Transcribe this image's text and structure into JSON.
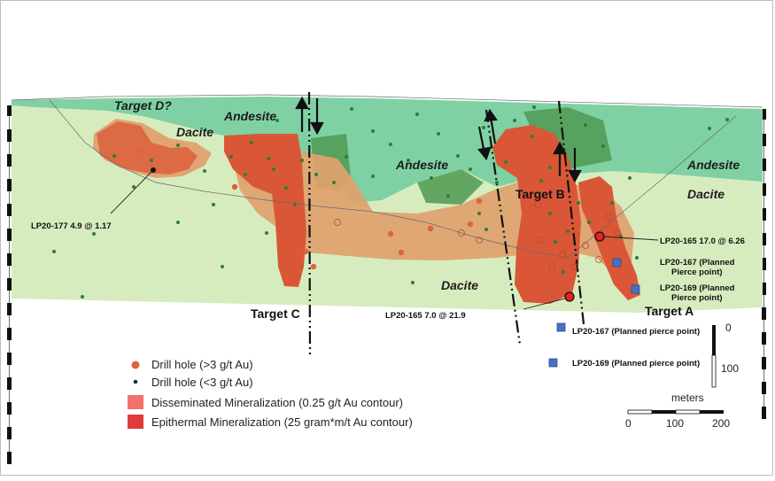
{
  "rock_labels": {
    "target_d": "Target D?",
    "andesite_1": "Andesite",
    "dacite_1": "Dacite",
    "andesite_2": "Andesite",
    "andesite_3": "Andesite",
    "dacite_2": "Dacite",
    "dacite_3": "Dacite"
  },
  "targets": {
    "a": "Target A",
    "b": "Target B",
    "c": "Target C"
  },
  "drill_intercepts": {
    "lp20_177": "LP20-177 4.9 @ 1.17",
    "lp20_165_upper": "LP20-165 17.0 @ 6.26",
    "lp20_165_lower": "LP20-165 7.0 @ 21.9",
    "lp20_167_line1": "LP20-167 (Planned",
    "lp20_167_line2": "Pierce point)",
    "lp20_169_line1": "LP20-169 (Planned",
    "lp20_169_line2": "Pierce point)",
    "lp20_167_below": "LP20-167 (Planned pierce point)",
    "lp20_169_below": "LP20-169 (Planned pierce point)"
  },
  "legend": {
    "high_grade": "Drill hole (>3 g/t Au)",
    "low_grade": "Drill hole (<3 g/t Au)",
    "disseminated": "Disseminated Mineralization (0.25 g/t Au contour)",
    "epithermal": "Epithermal Mineralization (25 gram*m/t Au contour)"
  },
  "scale": {
    "unit": "meters",
    "h_ticks": [
      "0",
      "100",
      "200"
    ],
    "v_ticks": [
      "0",
      "100"
    ]
  },
  "colors": {
    "andesite": "#7fd1a4",
    "dacite": "#d7ecbe",
    "epithermal": "#d95737",
    "disseminated": "#e0a16e",
    "drill_high": "#e0623e",
    "drill_low": "#2e7d3a",
    "planned": "#4472c4"
  }
}
